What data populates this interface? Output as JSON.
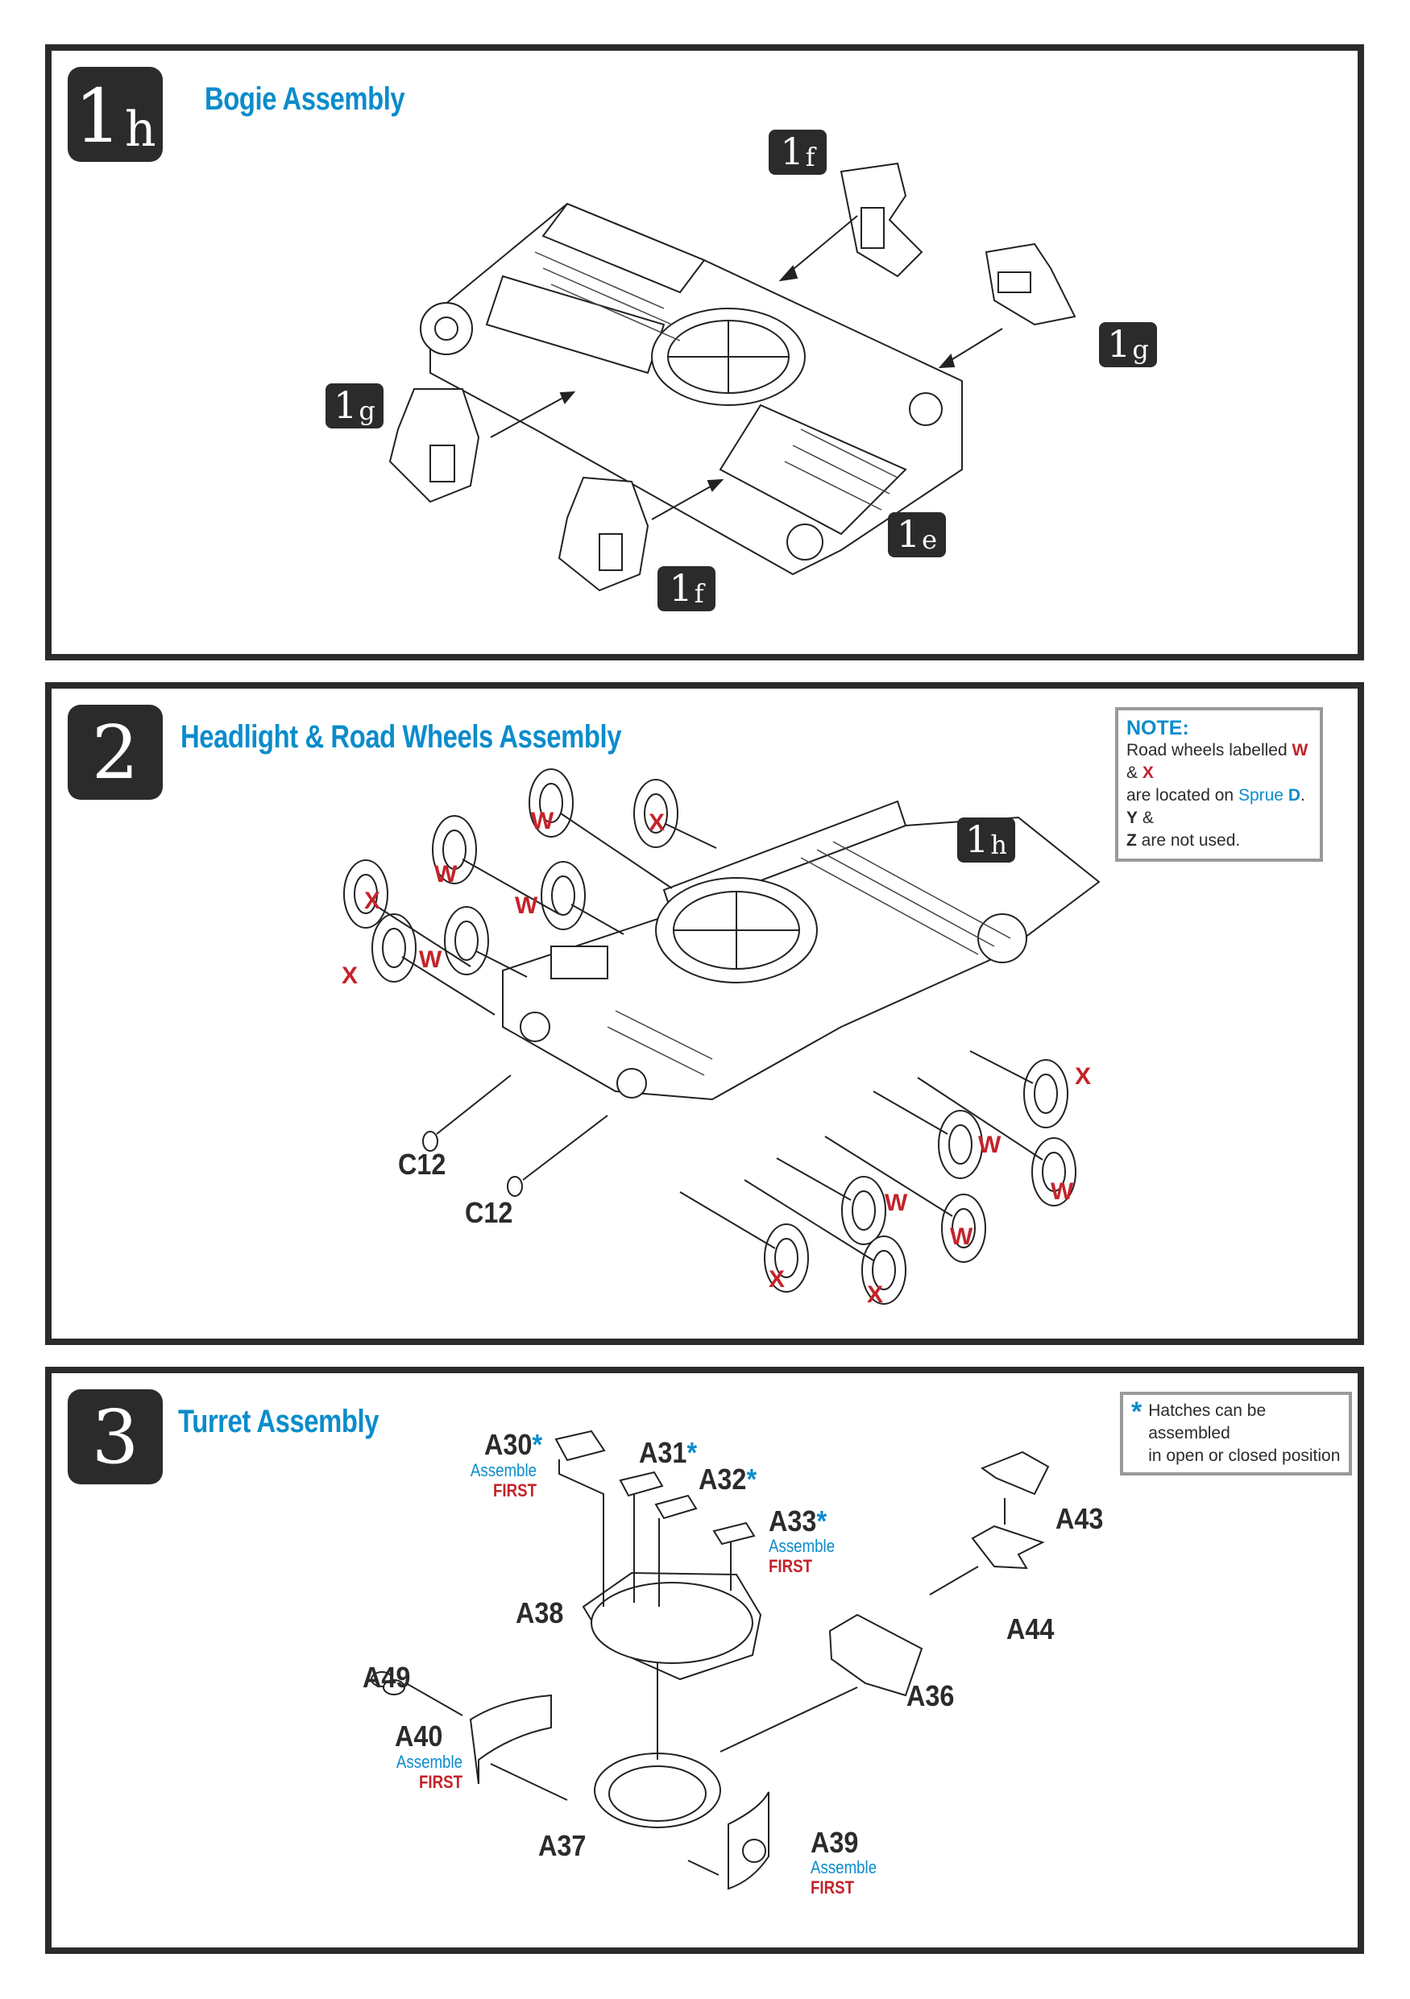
{
  "colors": {
    "frame": "#2b2b2b",
    "title_blue": "#0b8ccb",
    "part_red": "#c4232a",
    "note_border": "#9a9a9a"
  },
  "step1": {
    "badge_main": "1",
    "badge_sub": "h",
    "title": "Bogie Assembly",
    "callouts": [
      {
        "main": "1",
        "sub": "f"
      },
      {
        "main": "1",
        "sub": "g"
      },
      {
        "main": "1",
        "sub": "g"
      },
      {
        "main": "1",
        "sub": "e"
      },
      {
        "main": "1",
        "sub": "f"
      }
    ]
  },
  "step2": {
    "badge_main": "2",
    "title": "Headlight & Road Wheels Assembly",
    "note": {
      "heading": "NOTE:",
      "line1_pre": "Road wheels labelled ",
      "w": "W",
      "amp": " & ",
      "x": "X",
      "line2_pre": "are located on ",
      "sprue": "Sprue",
      "sprue_letter": "D",
      "line2_post": ".  ",
      "y": "Y",
      "amp2": " &",
      "z": "Z",
      "line3_post": " are not used."
    },
    "callout": {
      "main": "1",
      "sub": "h"
    },
    "wheel_labels": [
      "W",
      "X",
      "W",
      "W",
      "X",
      "W",
      "X",
      "X",
      "W",
      "W",
      "W",
      "W",
      "X",
      "X"
    ],
    "part_labels": [
      "C12",
      "C12"
    ]
  },
  "step3": {
    "badge_main": "3",
    "title": "Turret Assembly",
    "note": {
      "star": "*",
      "line1": "Hatches can be assembled",
      "line2": "in open or closed position"
    },
    "parts": {
      "A30": "A30",
      "A31": "A31",
      "A32": "A32",
      "A33": "A33",
      "A38": "A38",
      "A43": "A43",
      "A44": "A44",
      "A36": "A36",
      "A49": "A49",
      "A40": "A40",
      "A37": "A37",
      "A39": "A39"
    },
    "star": "*",
    "assemble": "Assemble",
    "first": "FIRST"
  }
}
